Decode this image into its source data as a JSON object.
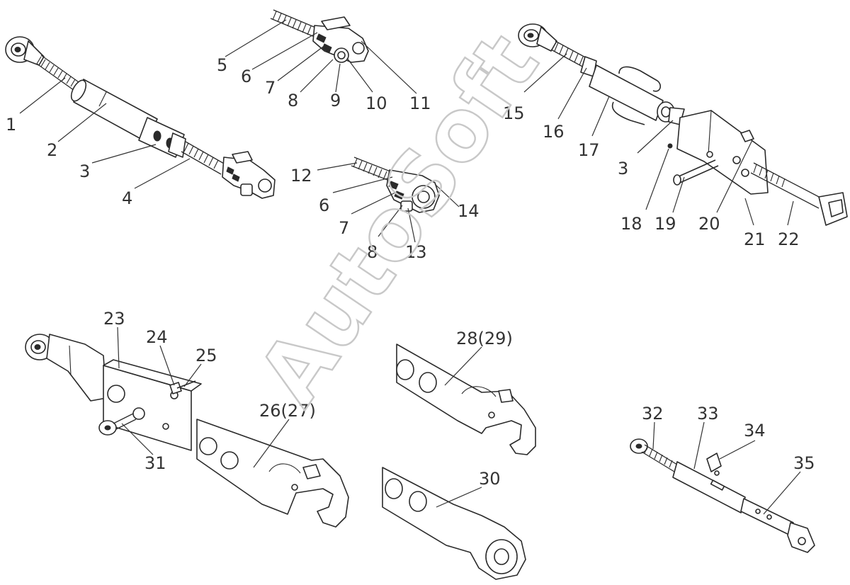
{
  "watermark": "AutoSoft",
  "callouts": {
    "c1": "1",
    "c2": "2",
    "c3": "3",
    "c4": "4",
    "c5": "5",
    "c6": "6",
    "c7": "7",
    "c8": "8",
    "c9": "9",
    "c10": "10",
    "c11": "11",
    "c12": "12",
    "c6b": "6",
    "c7b": "7",
    "c8b": "8",
    "c13": "13",
    "c14": "14",
    "c15": "15",
    "c16": "16",
    "c17": "17",
    "c3b": "3",
    "c18": "18",
    "c19": "19",
    "c20": "20",
    "c21": "21",
    "c22": "22",
    "c23": "23",
    "c24": "24",
    "c25": "25",
    "c26": "26(27)",
    "c31": "31",
    "c28": "28(29)",
    "c30": "30",
    "c32": "32",
    "c33": "33",
    "c34": "34",
    "c35": "35"
  },
  "colors": {
    "line": "#2a2a2a",
    "watermark": "#c8c8c8",
    "background": "#ffffff"
  }
}
